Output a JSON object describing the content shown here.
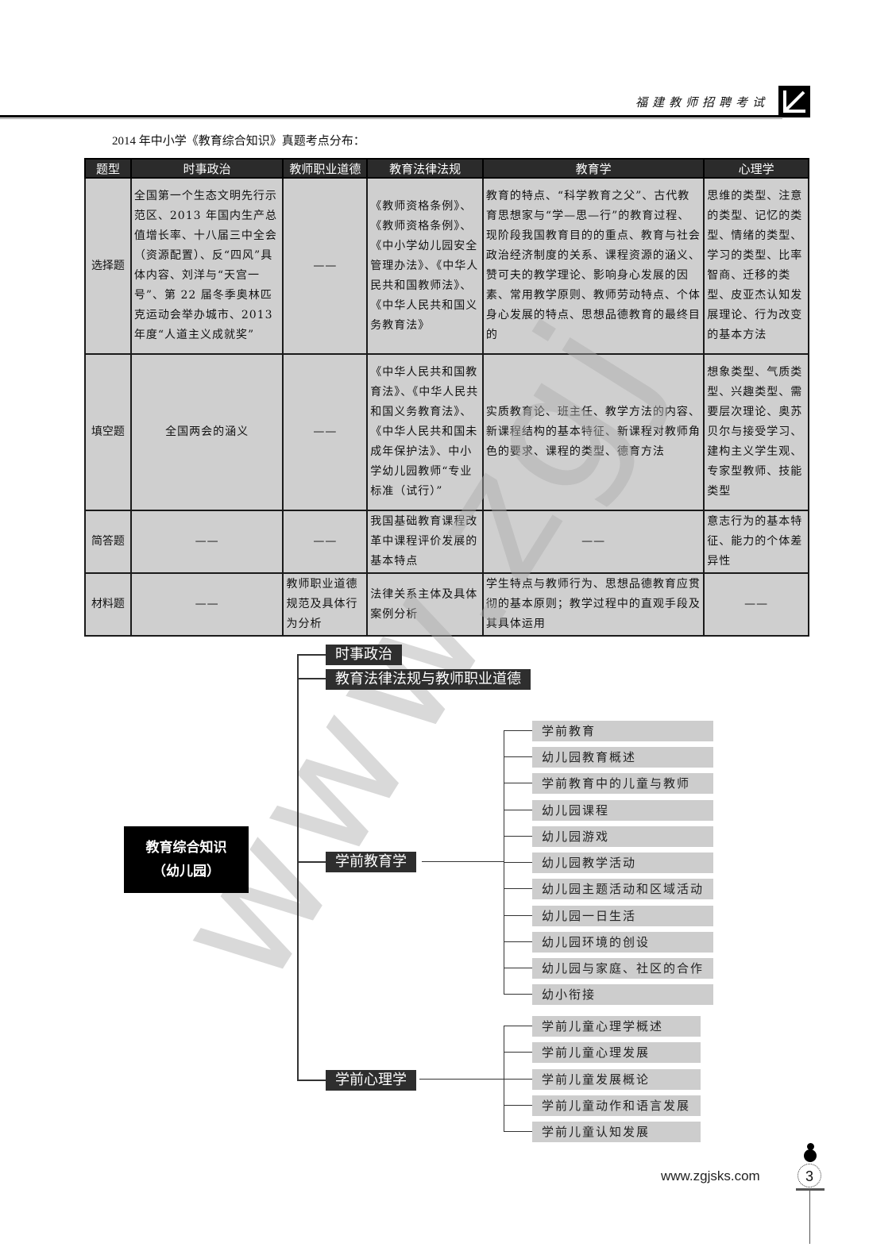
{
  "header": {
    "title": "福建教师招聘考试",
    "logo_icon": "corner-arrow-logo-icon"
  },
  "intro": "2014 年中小学《教育综合知识》真题考点分布：",
  "table": {
    "columns": [
      "题型",
      "时事政治",
      "教师职业道德",
      "教育法律法规",
      "教育学",
      "心理学"
    ],
    "rows": [
      {
        "type": "选择题",
        "cells": [
          "全国第一个生态文明先行示范区、2013 年国内生产总值增长率、十八届三中全会（资源配置）、反“四风”具体内容、刘洋与“天宫一号”、第 22 届冬季奥林匹克运动会举办城市、2013 年度“人道主义成就奖”",
          "——",
          "《教师资格条例》、《教师资格条例》、《中小学幼儿园安全管理办法》、《中华人民共和国教师法》、《中华人民共和国义务教育法》",
          "教育的特点、“科学教育之父”、古代教育思想家与“学—思—行”的教育过程、现阶段我国教育目的的重点、教育与社会政治经济制度的关系、课程资源的涵义、赞可夫的教学理论、影响身心发展的因素、常用教学原则、教师劳动特点、个体身心发展的特点、思想品德教育的最终目的",
          "思维的类型、注意的类型、记忆的类型、情绪的类型、学习的类型、比率智商、迁移的类型、皮亚杰认知发展理论、行为改变的基本方法"
        ]
      },
      {
        "type": "填空题",
        "cells": [
          "全国两会的涵义",
          "——",
          "《中华人民共和国教育法》、《中华人民共和国义务教育法》、《中华人民共和国未成年保护法》、中小学幼儿园教师“专业标准（试行）”",
          "实质教育论、班主任、教学方法的内容、新课程结构的基本特征、新课程对教师角色的要求、课程的类型、德育方法",
          "想象类型、气质类型、兴趣类型、需要层次理论、奥苏贝尔与接受学习、建构主义学生观、专家型教师、技能类型"
        ]
      },
      {
        "type": "简答题",
        "cells": [
          "——",
          "——",
          "我国基础教育课程改革中课程评价发展的基本特点",
          "——",
          "意志行为的基本特征、能力的个体差异性"
        ]
      },
      {
        "type": "材料题",
        "cells": [
          "——",
          "教师职业道德规范及具体行为分析",
          "法律关系主体及具体案例分析",
          "学生特点与教师行为、思想品德教育应贯彻的基本原则；教学过程中的直观手段及其具体运用",
          "——"
        ]
      }
    ]
  },
  "mindmap": {
    "root_line1": "教育综合知识",
    "root_line2": "（幼儿园）",
    "branches": [
      {
        "label": "时事政治"
      },
      {
        "label": "教育法律法规与教师职业道德"
      },
      {
        "label": "学前教育学",
        "children": [
          "学前教育",
          "幼儿园教育概述",
          "学前教育中的儿童与教师",
          "幼儿园课程",
          "幼儿园游戏",
          "幼儿园教学活动",
          "幼儿园主题活动和区域活动",
          "幼儿园一日生活",
          "幼儿园环境的创设",
          "幼儿园与家庭、社区的合作",
          "幼小衔接"
        ]
      },
      {
        "label": "学前心理学",
        "children": [
          "学前儿童心理学概述",
          "学前儿童心理发展",
          "学前儿童发展概论",
          "学前儿童动作和语言发展",
          "学前儿童认知发展"
        ]
      }
    ]
  },
  "watermark": "www.zgj",
  "footer": {
    "url": "www.zgjsks.com",
    "page_number": "3"
  }
}
